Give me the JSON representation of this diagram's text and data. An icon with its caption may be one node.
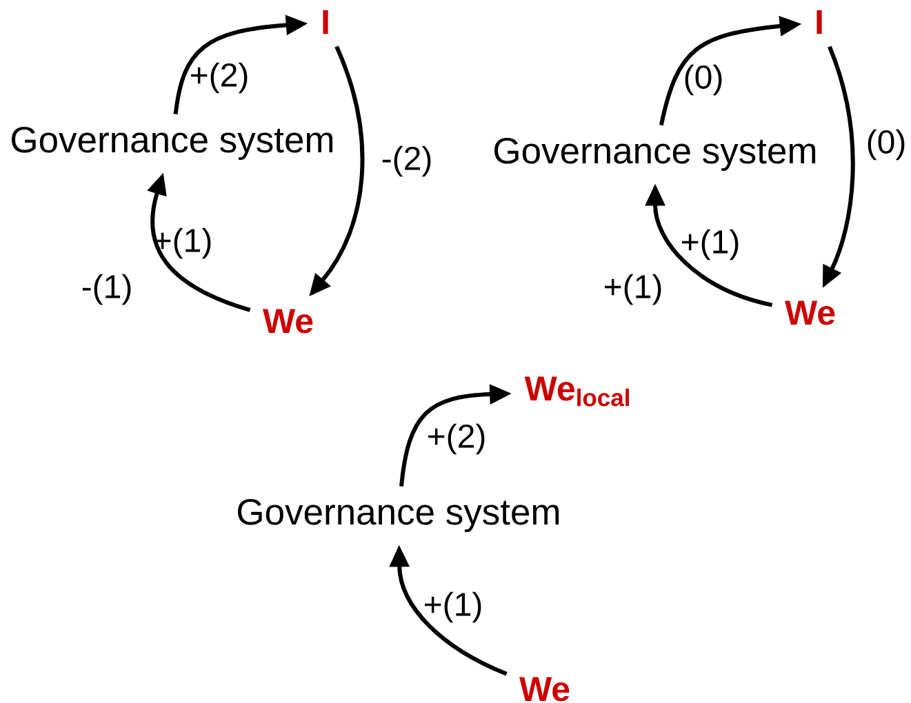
{
  "diagram": {
    "nodes": [
      {
        "text": [
          "Governance system"
        ]
      },
      {
        "text": [
          "I"
        ]
      },
      {
        "text": [
          "We"
        ]
      },
      {
        "text": [
          "Governance system"
        ]
      },
      {
        "text": [
          "I"
        ]
      },
      {
        "text": [
          "We"
        ]
      },
      {
        "text": [
          "Governance system"
        ]
      },
      {
        "text": [
          "We$_{local}$"
        ]
      },
      {
        "text": [
          "We"
        ]
      }
    ],
    "edges": [
      {
        "from": 0,
        "to": 1,
        "arrow": "to",
        "label": "+(2)"
      },
      {
        "from": 1,
        "to": 2,
        "arrow": "to",
        "label": "-(2)"
      },
      {
        "from": 2,
        "to": 0,
        "arrow": "to",
        "label": "+(1)"
      },
      {
        "from": 3,
        "to": 4,
        "arrow": "to",
        "label": "(0)"
      },
      {
        "from": 4,
        "to": 5,
        "arrow": "to",
        "label": "(0)"
      },
      {
        "from": 5,
        "to": 3,
        "arrow": "to",
        "label": "+(1)"
      },
      {
        "from": 6,
        "to": 7,
        "arrow": "to",
        "label": "+(2)"
      },
      {
        "from": 8,
        "to": 6,
        "arrow": "to",
        "label": "+(1)"
      }
    ],
    "labels": [
      "-(1)",
      "+(1)"
    ]
  }
}
